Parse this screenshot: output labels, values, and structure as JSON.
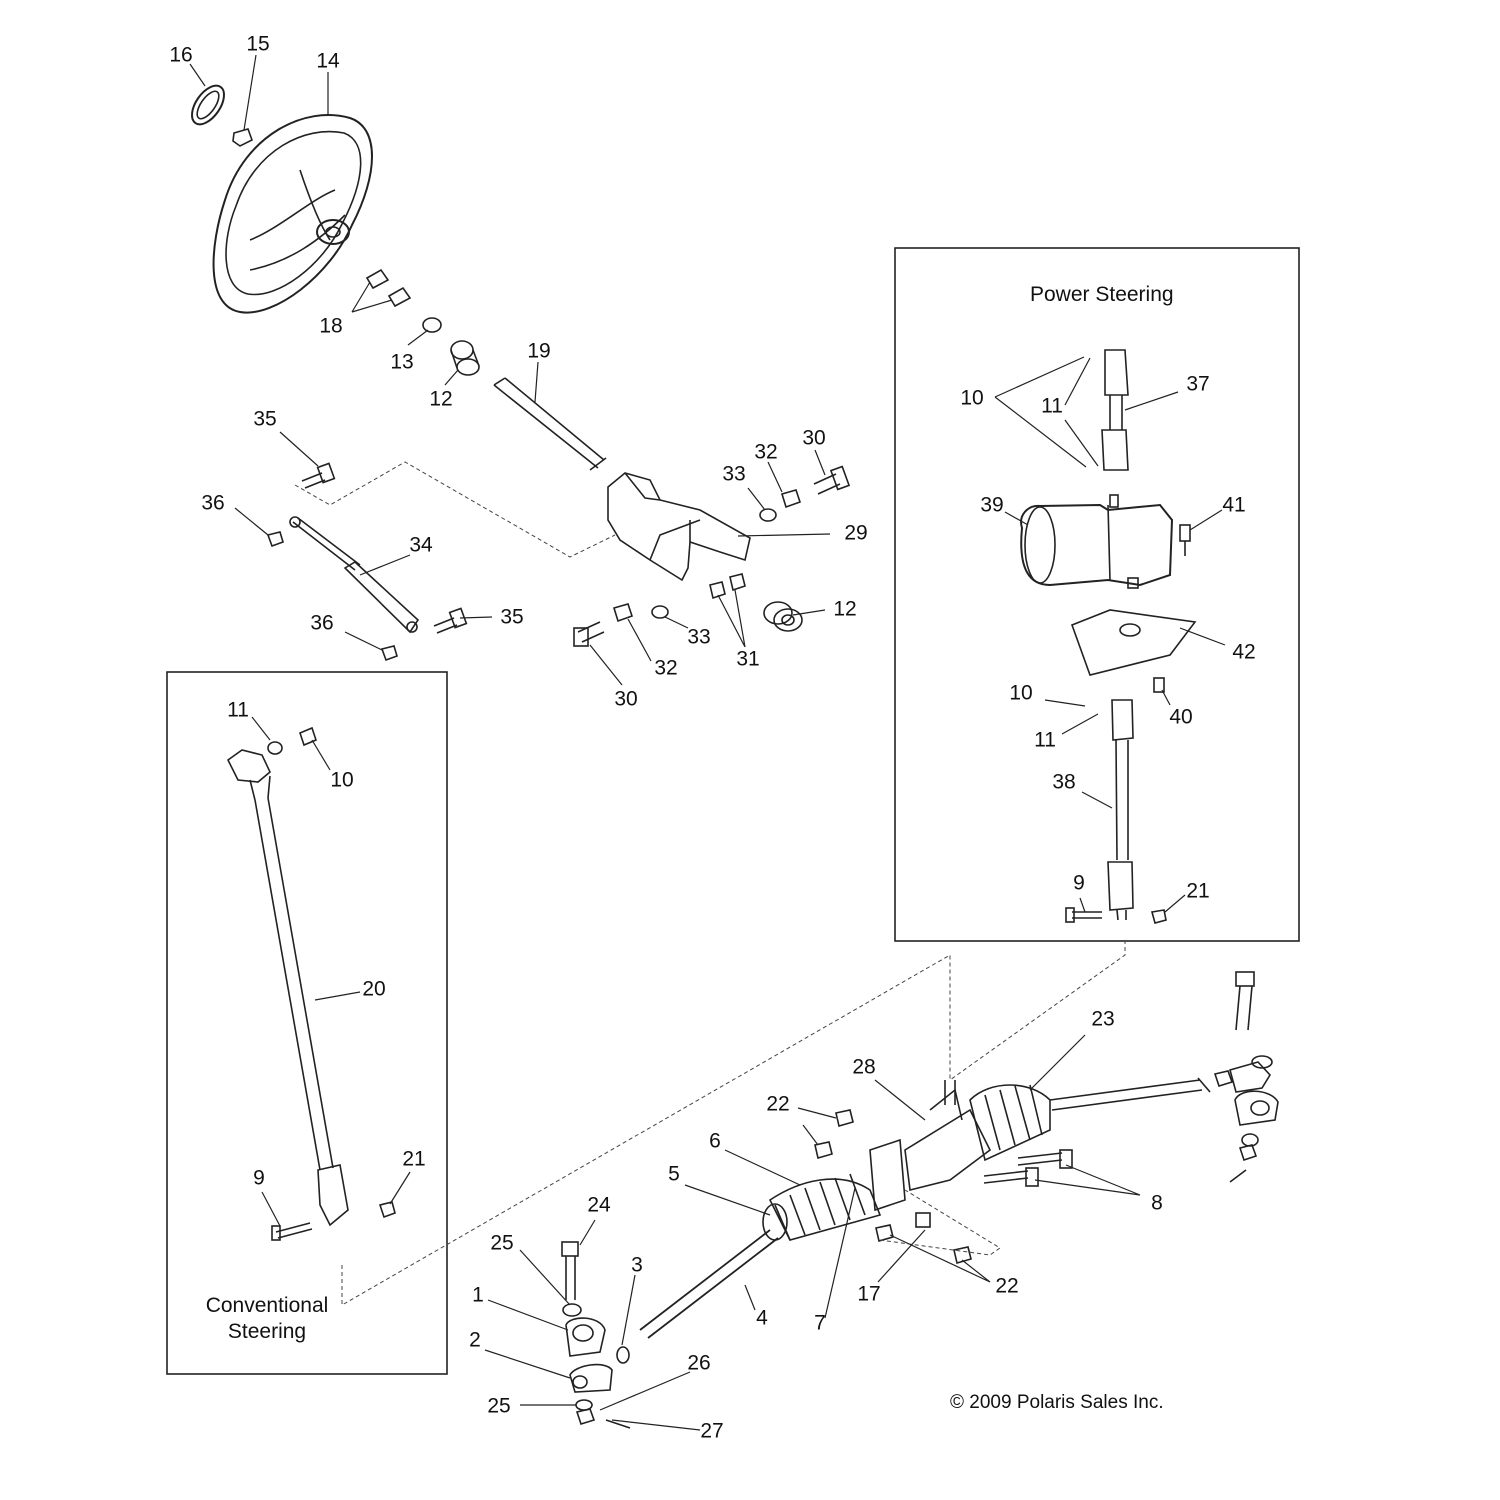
{
  "diagram": {
    "power_steering_title": "Power Steering",
    "conventional_steering_title": "Conventional Steering",
    "copyright": "© 2009 Polaris Sales Inc.",
    "callouts": [
      "16",
      "15",
      "14",
      "18",
      "13",
      "12",
      "19",
      "35",
      "36",
      "34",
      "35",
      "36",
      "33",
      "32",
      "30",
      "29",
      "33",
      "32",
      "31",
      "12",
      "30",
      "10",
      "11",
      "37",
      "39",
      "41",
      "42",
      "10",
      "40",
      "11",
      "38",
      "9",
      "21",
      "11",
      "10",
      "20",
      "9",
      "21",
      "23",
      "28",
      "22",
      "6",
      "5",
      "8",
      "24",
      "25",
      "1",
      "3",
      "4",
      "7",
      "17",
      "22",
      "2",
      "26",
      "25",
      "27"
    ]
  }
}
